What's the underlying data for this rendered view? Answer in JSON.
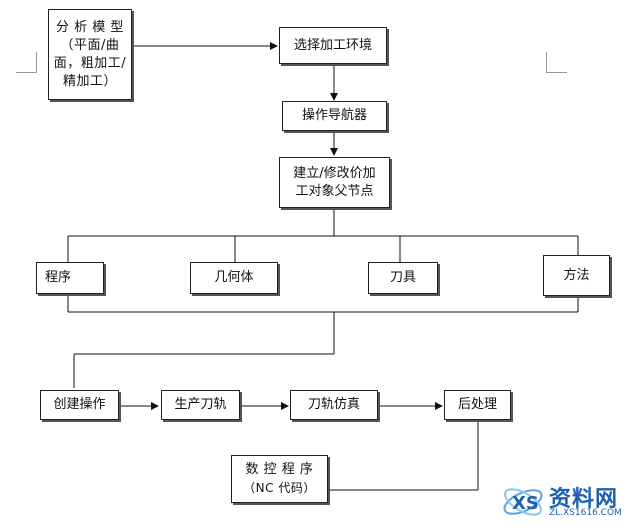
{
  "nodes": {
    "analysis_model": {
      "lines": [
        "分 析 模 型",
        "（平面/曲",
        "面，粗加工/",
        "精加工）"
      ]
    },
    "select_env": {
      "lines": [
        "选择加工环境"
      ]
    },
    "op_navigator": {
      "lines": [
        "操作导航器"
      ]
    },
    "create_parent": {
      "lines": [
        "建立/修改价加",
        "工对象父节点"
      ]
    },
    "program": {
      "lines": [
        "程序"
      ]
    },
    "geometry": {
      "lines": [
        "几何体"
      ]
    },
    "tool": {
      "lines": [
        "刀具"
      ]
    },
    "method": {
      "lines": [
        "方法"
      ]
    },
    "create_operation": {
      "lines": [
        "创建操作"
      ]
    },
    "generate_path": {
      "lines": [
        "生产刀轨"
      ]
    },
    "path_simulation": {
      "lines": [
        "刀轨仿真"
      ]
    },
    "post_process": {
      "lines": [
        "后处理"
      ]
    },
    "nc_program": {
      "lines": [
        "数 控 程 序",
        "（NC 代码）"
      ]
    }
  },
  "watermark": {
    "title": "资料网",
    "url": "ZL.XS1616.COM"
  }
}
